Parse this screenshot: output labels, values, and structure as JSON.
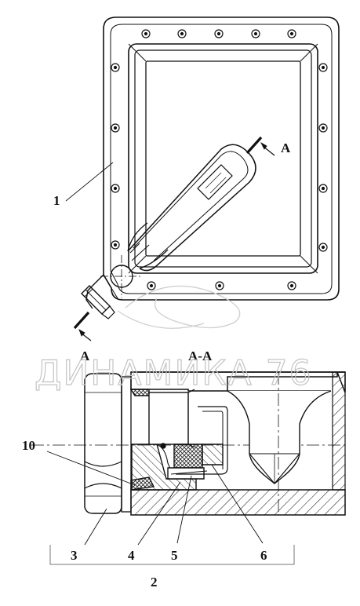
{
  "section_marks": {
    "top_right": "A",
    "bottom_left": "A",
    "section_title": "A-A"
  },
  "callouts": [
    "1",
    "10",
    "3",
    "4",
    "5",
    "6",
    "2"
  ],
  "watermark": "ДИНАМИКА 76",
  "colors": {
    "line": "#111111",
    "hatch": "#222222",
    "watermark": "#c4c4c4"
  }
}
